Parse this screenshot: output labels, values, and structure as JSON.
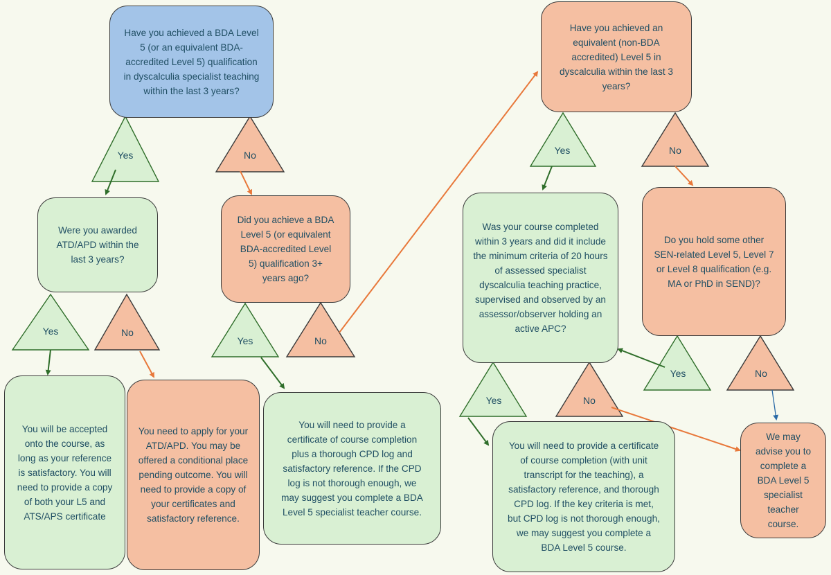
{
  "colors": {
    "background": "#f7f9ee",
    "question_blue": "#a3c4e8",
    "green_fill": "#d9f0d3",
    "salmon_fill": "#f5bfa2",
    "green_arrow": "#2f6e2a",
    "orange_arrow": "#e8783a",
    "blue_arrow": "#2a6aa6",
    "text": "#1f4e63"
  },
  "nodes": {
    "q_bda_level5": "Have you achieved a BDA Level 5 (or an equivalent BDA-accredited Level 5) qualification in dyscalculia specialist teaching within the last 3 years?",
    "q_atd_apd": "Were you awarded ATD/APD within the last 3 years?",
    "q_bda_3plus": "Did you achieve a BDA Level 5 (or equivalent BDA-accredited Level 5) qualification 3+ years ago?",
    "q_non_bda": "Have you achieved an equivalent (non-BDA accredited) Level 5 in dyscalculia  within the last 3 years?",
    "q_course_criteria": "Was your course completed within 3 years and did it include the minimum criteria of 20 hours of assessed specialist dyscalculia teaching practice, supervised and observed by an assessor/observer holding an active APC?",
    "q_other_sen": "Do you hold some other SEN-related Level 5, Level 7 or Level 8 qualification (e.g. MA or PhD in SEND)?",
    "o_accepted": "You will be accepted onto the course, as long as your reference is satisfactory.  You will need to provide a copy of both your L5 and ATS/APS certificate",
    "o_apply_atd": "You need to apply for your ATD/APD.  You may be offered a conditional place pending outcome.  You will need to provide a copy of your certificates and satisfactory reference.",
    "o_cert_cpd": "You will need to provide a certificate of course completion plus a thorough CPD log and satisfactory reference.  If the CPD log is not thorough enough, we may suggest you complete a BDA Level 5 specialist teacher course.",
    "o_cert_transcript": "You will need to provide a certificate of course completion (with unit transcript for the teaching), a satisfactory reference, and thorough CPD log.  If the key criteria is met, but CPD log is not thorough enough, we may suggest you complete a BDA Level 5 course.",
    "o_advise": "We may advise you to complete a BDA Level 5 specialist teacher course."
  },
  "labels": {
    "yes": "Yes",
    "no": "No"
  }
}
